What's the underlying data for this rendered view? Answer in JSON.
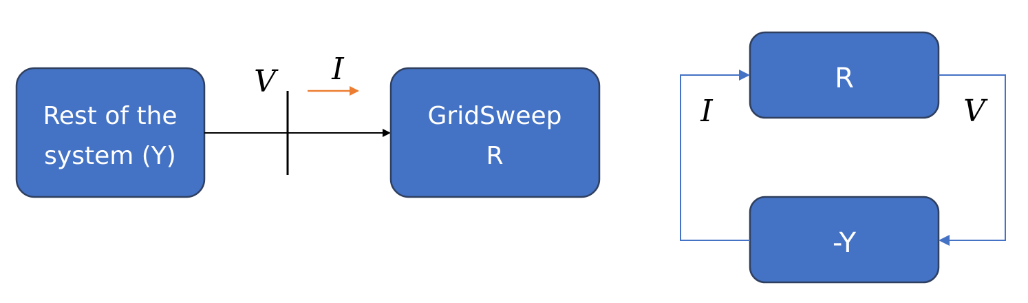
{
  "left_diagram": {
    "rest_block": {
      "line1": "Rest of the",
      "line2": "system (Y)"
    },
    "gridsweep_block": {
      "line1": "GridSweep",
      "line2": "R"
    },
    "voltage_label": "V",
    "current_label": "I"
  },
  "right_diagram": {
    "r_block": "R",
    "neg_y_block": "-Y",
    "current_label": "I",
    "voltage_label": "V"
  },
  "colors": {
    "block_fill": "#4472C4",
    "block_stroke": "#2F3F5F",
    "feedback_line": "#4472C4",
    "current_arrow": "#ED7D31",
    "wire": "#000000"
  }
}
